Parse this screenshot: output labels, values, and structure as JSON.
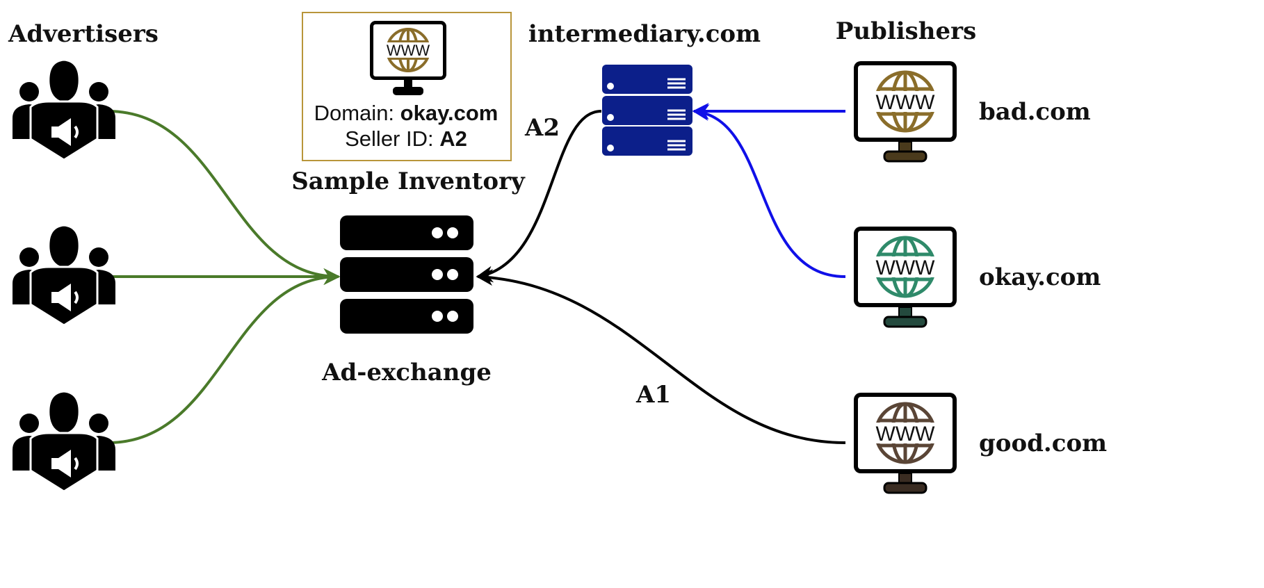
{
  "labels": {
    "advertisers": "Advertisers",
    "publishers": "Publishers",
    "intermediary": "intermediary.com",
    "sample_inventory": "Sample Inventory",
    "ad_exchange": "Ad-exchange",
    "edge_a1": "A1",
    "edge_a2": "A2"
  },
  "sample_box": {
    "domain_label": "Domain: ",
    "domain_value": "okay.com",
    "seller_label": "Seller ID: ",
    "seller_value": "A2",
    "www": "WWW"
  },
  "publishers": [
    {
      "name": "bad.com",
      "www": "WWW",
      "globe_color": "#8a6d2a",
      "stand_color": "#4a3a1c"
    },
    {
      "name": "okay.com",
      "www": "WWW",
      "globe_color": "#2f8a6a",
      "stand_color": "#244a3e"
    },
    {
      "name": "good.com",
      "www": "WWW",
      "globe_color": "#5a4536",
      "stand_color": "#3a2c22"
    }
  ],
  "colors": {
    "advertiser_edges": "#4a7a2a",
    "intermediary_edges": "#1010e8",
    "exchange_edges": "#000000",
    "intermediary_server": "#0c1f8a",
    "sample_box_border": "#b8953a",
    "sample_globe": "#8a6d2a"
  }
}
